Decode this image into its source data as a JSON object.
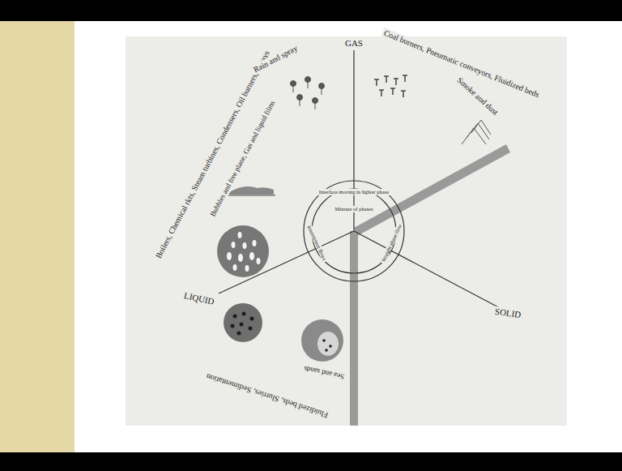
{
  "diagram": {
    "labels": [
      "GAS",
      "LIQUID",
      "SOLID",
      "Boilers, Chemical rkts, Steam turbines, Condensers, Oil burners, Sprays",
      "Bubbles and free plane, Gas and liquid films",
      "Rain and spray",
      "Coal burners, Pneumatic conveyors, Fluidized beds",
      "Smoke and dust",
      "Fluidized beds, Slurries, Sedimentation",
      "Sea and sands",
      "Interface moving in lighter phase",
      "Mixture of phases",
      "Intermittent flows",
      "Straight phase flow"
    ]
  }
}
